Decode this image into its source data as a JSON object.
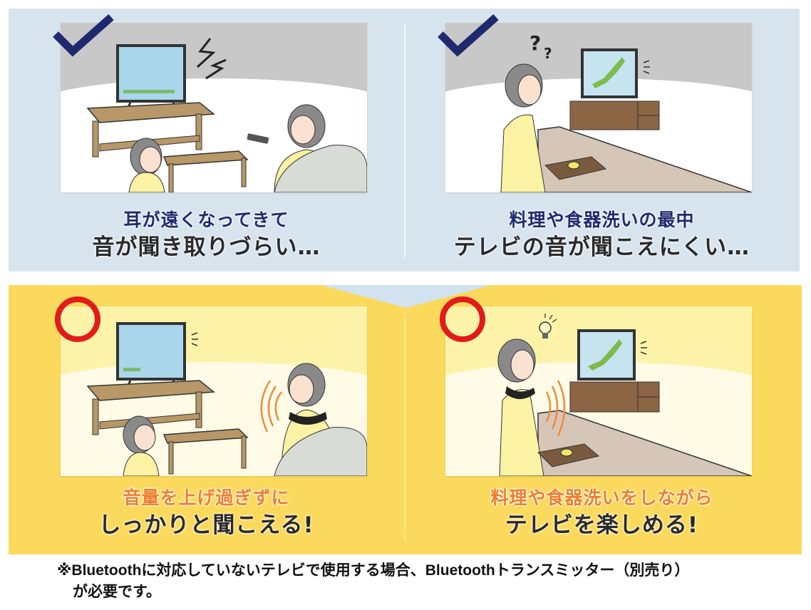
{
  "colors": {
    "problem_panel_bg": "#d7e4ee",
    "solution_panel_bg": "#fbd95c",
    "check_mark": "#1f2a6e",
    "circle_mark": "#e21b1b",
    "problem_caption_line1": "#1f2a6e",
    "solution_caption_line1": "#ee7d2e",
    "caption_line2": "#2a2a2a"
  },
  "problems": [
    {
      "mark_icon": "check-mark-icon",
      "scene": "Woman turns up TV volume with remote while girl covers ears from loud sound",
      "caption_line1": "耳が遠くなってきて",
      "caption_line2": "音が聞き取りづらい…"
    },
    {
      "mark_icon": "check-mark-icon",
      "scene": "Woman cutting food in kitchen, confused (??) because she cannot hear the TV",
      "caption_line1": "料理や食器洗いの最中",
      "caption_line2": "テレビの音が聞こえにくい…"
    }
  ],
  "solutions": [
    {
      "mark_icon": "circle-mark-icon",
      "scene": "Woman wearing neck speaker hears TV clearly at low volume; girl comfortable",
      "caption_line1": "音量を上げ過ぎずに",
      "caption_line2": "しっかりと聞こえる!"
    },
    {
      "mark_icon": "circle-mark-icon",
      "scene": "Woman wearing neck speaker cooks while enjoying TV, lightbulb above head",
      "caption_line1": "料理や食器洗いをしながら",
      "caption_line2": "テレビを楽しめる!"
    }
  ],
  "footnote": {
    "line1": "※Bluetoothに対応していないテレビで使用する場合、Bluetoothトランスミッター（別売り）",
    "line2": "が必要です。"
  }
}
